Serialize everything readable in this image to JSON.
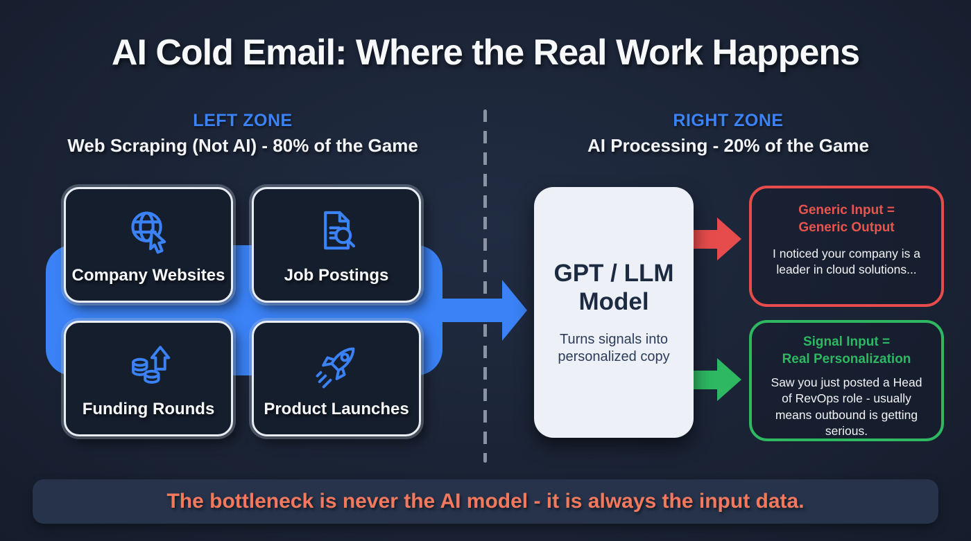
{
  "title": "AI Cold Email: Where the Real Work Happens",
  "zones": {
    "left": {
      "label": "LEFT ZONE",
      "subtitle": "Web Scraping (Not AI) - 80% of the Game"
    },
    "right": {
      "label": "RIGHT ZONE",
      "subtitle": "AI Processing - 20% of the Game"
    }
  },
  "sources": [
    {
      "label": "Company Websites",
      "icon": "globe-cursor-icon"
    },
    {
      "label": "Job Postings",
      "icon": "document-search-icon"
    },
    {
      "label": "Funding Rounds",
      "icon": "coins-up-arrow-icon"
    },
    {
      "label": "Product Launches",
      "icon": "rocket-icon"
    }
  ],
  "model_panel": {
    "title": "GPT / LLM Model",
    "title_line1": "GPT / LLM",
    "title_line2": "Model",
    "subtitle": "Turns signals into personalized copy"
  },
  "outputs": {
    "generic": {
      "title_line1": "Generic Input =",
      "title_line2": "Generic Output",
      "body": "I noticed your company is a leader in cloud solutions..."
    },
    "signal": {
      "title_line1": "Signal Input =",
      "title_line2": "Real Personalization",
      "body": "Saw you just posted a Head of RevOps role - usually means outbound is getting serious."
    }
  },
  "footer": {
    "text": "The bottleneck is never the AI model - it is always the input data."
  },
  "colors": {
    "background": "#1a2334",
    "accent_blue": "#3b82f6",
    "box_border_white": "#e9eef4",
    "panel_white": "#edf1f7",
    "panel_text_dark": "#1c2a42",
    "error_red": "#e74c4c",
    "success_green": "#2eb862",
    "footer_coral": "#f3795e",
    "divider_gray": "#8a93a3"
  }
}
